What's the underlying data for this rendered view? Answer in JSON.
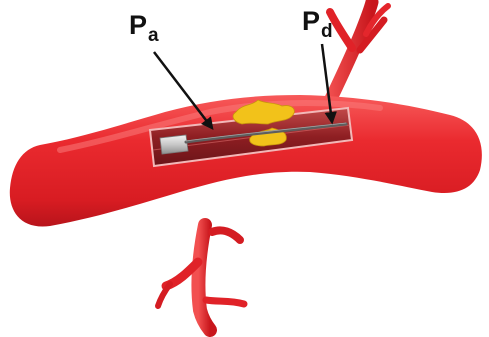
{
  "labels": {
    "pa": {
      "main": "P",
      "sub": "a"
    },
    "pd": {
      "main": "P",
      "sub": "d"
    }
  },
  "colors": {
    "vessel": "#e8242a",
    "vessel_shadow": "#b8141b",
    "vessel_highlight": "#f75a5a",
    "plaque": "#f2c21a",
    "catheter": "#6a6a6a",
    "catheter_tip": "#cfcfcf",
    "arrow": "#111111"
  }
}
